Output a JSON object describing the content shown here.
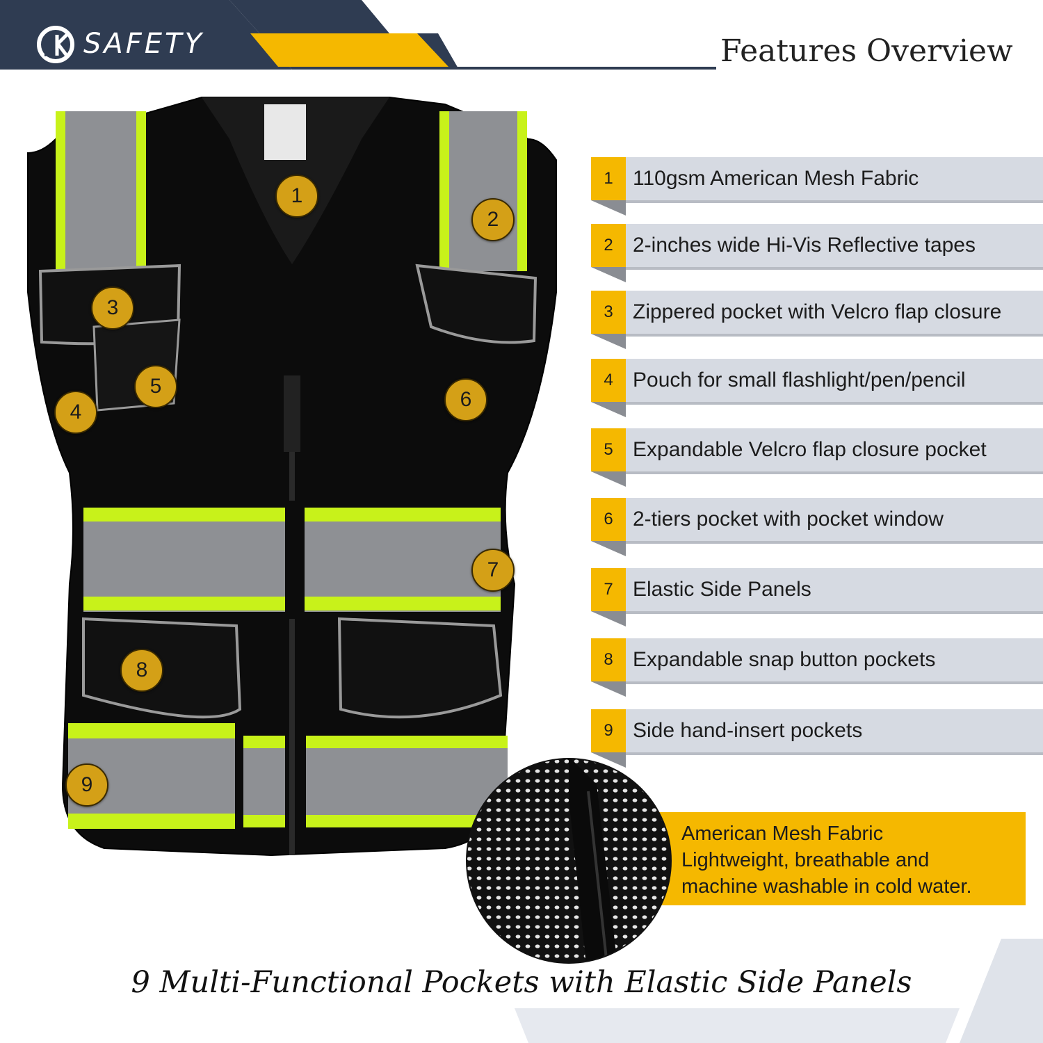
{
  "brand": {
    "logo_text": "SAFETY",
    "logo_mark": "JK"
  },
  "header": {
    "title": "Features Overview"
  },
  "colors": {
    "navy": "#2f3c52",
    "accent_yellow": "#f5b800",
    "marker_gold": "#d4a017",
    "hivis_green": "#c8f21a",
    "reflective_gray": "#8e9094",
    "row_bg": "#d6dae2"
  },
  "markers": [
    "1",
    "2",
    "3",
    "4",
    "5",
    "6",
    "7",
    "8",
    "9"
  ],
  "features": [
    {
      "num": "1",
      "label": "110gsm American Mesh Fabric"
    },
    {
      "num": "2",
      "label": "2-inches wide Hi-Vis Reflective tapes"
    },
    {
      "num": "3",
      "label": "Zippered pocket with Velcro flap closure"
    },
    {
      "num": "4",
      "label": "Pouch for small flashlight/pen/pencil"
    },
    {
      "num": "5",
      "label": "Expandable Velcro flap closure pocket"
    },
    {
      "num": "6",
      "label": "2-tiers pocket with pocket window"
    },
    {
      "num": "7",
      "label": "Elastic Side Panels"
    },
    {
      "num": "8",
      "label": "Expandable snap button pockets"
    },
    {
      "num": "9",
      "label": "Side hand-insert pockets"
    }
  ],
  "callout": {
    "line1": "American Mesh Fabric",
    "line2": "Lightweight, breathable and",
    "line3": "machine washable in cold water."
  },
  "footer": {
    "title": "9 Multi-Functional Pockets with Elastic Side Panels"
  }
}
